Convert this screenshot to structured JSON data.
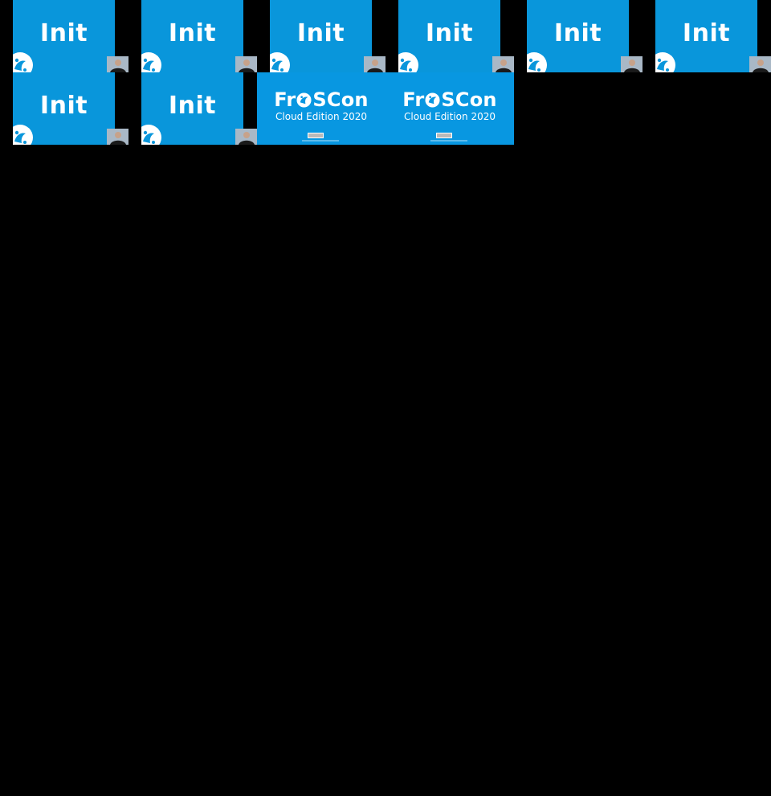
{
  "colors": {
    "background": "#000000",
    "slide_blue": "#0996db",
    "froscon_blue": "#0897e1",
    "text": "#ffffff"
  },
  "thumbnails": [
    {
      "kind": "init-slide",
      "title": "Init"
    },
    {
      "kind": "init-slide",
      "title": "Init"
    },
    {
      "kind": "init-slide",
      "title": "Init"
    },
    {
      "kind": "init-slide",
      "title": "Init"
    },
    {
      "kind": "init-slide",
      "title": "Init"
    },
    {
      "kind": "init-slide",
      "title": "Init"
    },
    {
      "kind": "init-slide",
      "title": "Init"
    },
    {
      "kind": "init-slide",
      "title": "Init"
    },
    {
      "kind": "froscon-card",
      "title_start": "Fr",
      "title_end": "SCon",
      "subtitle": "Cloud Edition 2020"
    },
    {
      "kind": "froscon-card",
      "title_start": "Fr",
      "title_end": "SCon",
      "subtitle": "Cloud Edition 2020"
    }
  ],
  "icons": {
    "logo": "frog-logo-icon",
    "license": "creative-commons-badge-icon"
  }
}
